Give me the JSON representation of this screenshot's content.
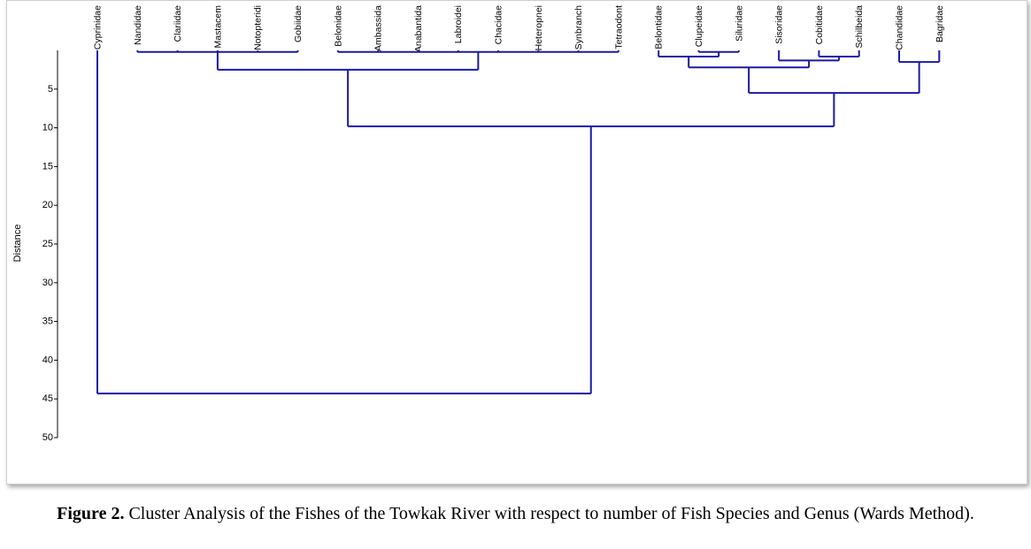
{
  "chart_data": {
    "type": "dendrogram",
    "ylabel": "Distance",
    "ylim": [
      0,
      50
    ],
    "yticks": [
      5,
      10,
      15,
      20,
      25,
      30,
      35,
      40,
      45,
      50
    ],
    "line_color": "#1a1aa8",
    "leaves": [
      "Cyprinidae",
      "Nandidae",
      "Clariidae",
      "Mastacem",
      "Notopteridi",
      "Gobiidae",
      "Belonidae",
      "Ambassida",
      "Anabantida",
      "Labroidei",
      "Chacidae",
      "Heteropnei",
      "Synbranch",
      "Tetraodont",
      "Belontidae",
      "Clupeidae",
      "Siluridae",
      "Sisoridae",
      "Cobitidae",
      "Schilbeida",
      "Chandidae",
      "Bagridae"
    ],
    "merges": [
      {
        "id": "n1",
        "children": [
          "Nandidae",
          "Clariidae",
          "Mastacem",
          "Notopteridi",
          "Gobiidae"
        ],
        "height": 0.2
      },
      {
        "id": "n2",
        "children": [
          "Belonidae",
          "Ambassida",
          "Anabantida",
          "Labroidei",
          "Chacidae",
          "Heteropnei",
          "Synbranch",
          "Tetraodont"
        ],
        "height": 0.2
      },
      {
        "id": "n3",
        "children": [
          "n1",
          "n2"
        ],
        "height": 2.5
      },
      {
        "id": "n4",
        "children": [
          "Clupeidae",
          "Siluridae"
        ],
        "height": 0.2
      },
      {
        "id": "n5",
        "children": [
          "Belontidae",
          "n4"
        ],
        "height": 0.8
      },
      {
        "id": "n6",
        "children": [
          "Cobitidae",
          "Schilbeida"
        ],
        "height": 0.8
      },
      {
        "id": "n7",
        "children": [
          "Sisoridae",
          "n6"
        ],
        "height": 1.3
      },
      {
        "id": "n8",
        "children": [
          "n5",
          "n7"
        ],
        "height": 2.2
      },
      {
        "id": "n9",
        "children": [
          "Chandidae",
          "Bagridae"
        ],
        "height": 1.5
      },
      {
        "id": "n10",
        "children": [
          "n8",
          "n9"
        ],
        "height": 5.5
      },
      {
        "id": "n11",
        "children": [
          "n3",
          "n10"
        ],
        "height": 9.8
      },
      {
        "id": "n12",
        "children": [
          "Cyprinidae",
          "n11"
        ],
        "height": 44.3
      }
    ]
  },
  "caption": {
    "label": "Figure 2.",
    "text": " Cluster Analysis of the Fishes of the Towkak River with respect to number of Fish Species and Genus (Wards Method)."
  }
}
